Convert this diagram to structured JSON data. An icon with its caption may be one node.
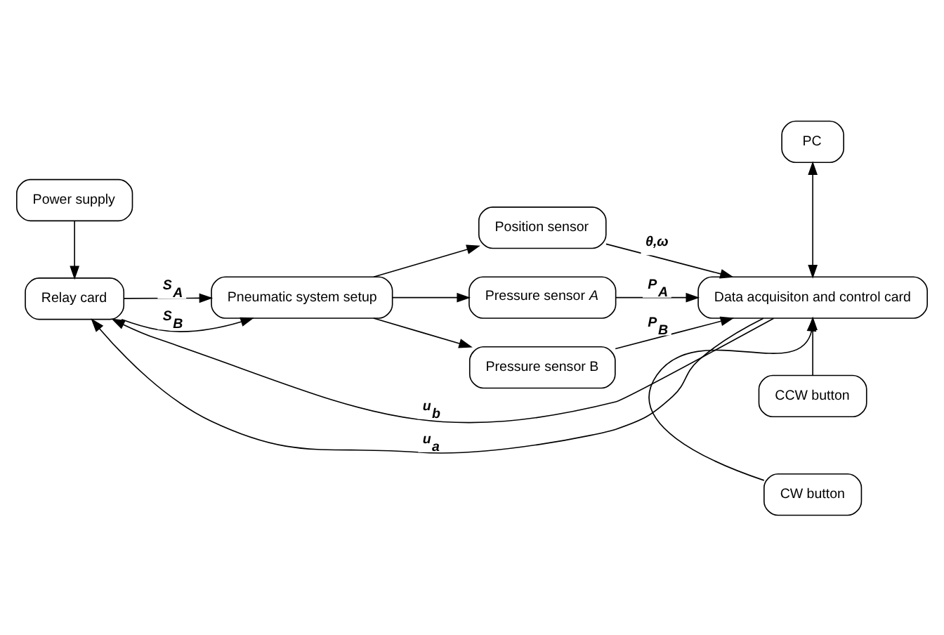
{
  "diagram": {
    "nodes": [
      {
        "text": [
          "Power supply"
        ]
      },
      {
        "text": [
          "Relay card"
        ]
      },
      {
        "text": [
          "Pneumatic system setup"
        ]
      },
      {
        "text": [
          "Position sensor"
        ]
      },
      {
        "text": [
          "Pressure sensor *A*"
        ]
      },
      {
        "text": [
          "Pressure sensor B"
        ]
      },
      {
        "text": [
          "PC"
        ]
      },
      {
        "text": [
          "Data acquisiton and control card"
        ]
      },
      {
        "text": [
          "CCW button"
        ]
      },
      {
        "text": [
          "CW button"
        ]
      }
    ],
    "edges": [
      {
        "from": 0,
        "to": 1,
        "arrow": "to"
      },
      {
        "from": 1,
        "to": 2,
        "arrow": "to",
        "label": "S$_{A}$"
      },
      {
        "from": 1,
        "to": 2,
        "arrow": "to",
        "label": "S$_{B}$"
      },
      {
        "from": 2,
        "to": 3,
        "arrow": "to"
      },
      {
        "from": 2,
        "to": 4,
        "arrow": "to"
      },
      {
        "from": 2,
        "to": 5,
        "arrow": "to"
      },
      {
        "from": 3,
        "to": 7,
        "arrow": "to",
        "label": "θ,ω"
      },
      {
        "from": 4,
        "to": 7,
        "arrow": "to",
        "label": "P$_{A}$"
      },
      {
        "from": 5,
        "to": 7,
        "arrow": "to",
        "label": "P$_{B}$"
      },
      {
        "from": 6,
        "to": 7,
        "arrow": "both"
      },
      {
        "from": 7,
        "to": 1,
        "arrow": "to",
        "label": "u$_{b}$"
      },
      {
        "from": 7,
        "to": 1,
        "arrow": "to",
        "label": "u$_{a}$"
      },
      {
        "from": 8,
        "to": 7,
        "arrow": "to"
      },
      {
        "from": 9,
        "to": 7,
        "arrow": "to"
      }
    ]
  }
}
